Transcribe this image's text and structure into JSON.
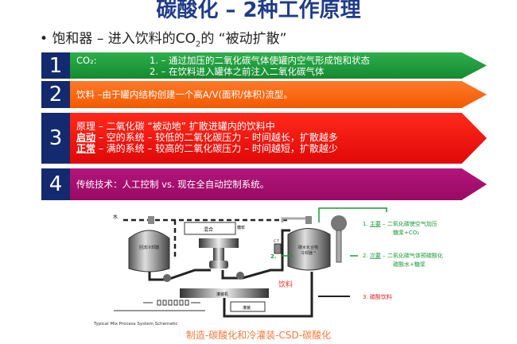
{
  "title": "碳酸化 – 2种工作原理",
  "bullet": {
    "prefix": "饱和器 – 进入饮料的CO",
    "sub": "2",
    "suffix": "的 “被动扩散”"
  },
  "rows": [
    {
      "num": "1",
      "label": "CO₂:",
      "items": [
        "1.  – 通过加压的二氧化碳气体使罐内空气形成饱和状态",
        "2.  – 在饮料进入罐体之前注入二氧化碳气体"
      ]
    },
    {
      "num": "2",
      "text": "饮料 –由于罐内结构创建一个高A/V(面积/体积)流型。"
    },
    {
      "num": "3",
      "line1": "原理 – 二氧化碳 “被动地” 扩散进罐内的饮料中",
      "start_label": "启动",
      "start_text": " – 空的系统 – 较低的二氧化碳压力 – 时间越长，扩散越多",
      "normal_label": "正常",
      "normal_text": " – 满的系统 – 较高的二氧化碳压力 – 时间越短，扩散越少"
    },
    {
      "num": "4",
      "text": "传统技术：人工控制 vs. 现在全自动控制系统。"
    }
  ],
  "diagram": {
    "water": "水",
    "mix": "混合",
    "syrup": "糖浆",
    "cooler1": "回流冷却器",
    "cooler2a": "碳水化合物",
    "cooler2b": "冷却器™",
    "ct": "C T",
    "point2": "2.",
    "beverage": "饮料",
    "filler": "灌装机",
    "filling": "灌装",
    "schematic": "Typical Mix Process System Schematic",
    "ann1_num": "1.",
    "ann1_key": "主要",
    "ann1_text": " – 二氧化碳使空气加压",
    "ann1_sub": "糖浆+CO₂",
    "ann2_num": "2.",
    "ann2_key": "次要",
    "ann2_text": " – 二氧化碳气体预碳酸化",
    "ann2_sub": "碳酸水+糖浆",
    "ann3": "3. 碳酸饮料"
  },
  "caption": "制造-碳酸化和冷灌装-CSD-碳酸化",
  "colors": {
    "green": "#148a31",
    "orange": "#f25a00",
    "red": "#e00808",
    "purple": "#980a64",
    "navy": "#142a6e"
  }
}
